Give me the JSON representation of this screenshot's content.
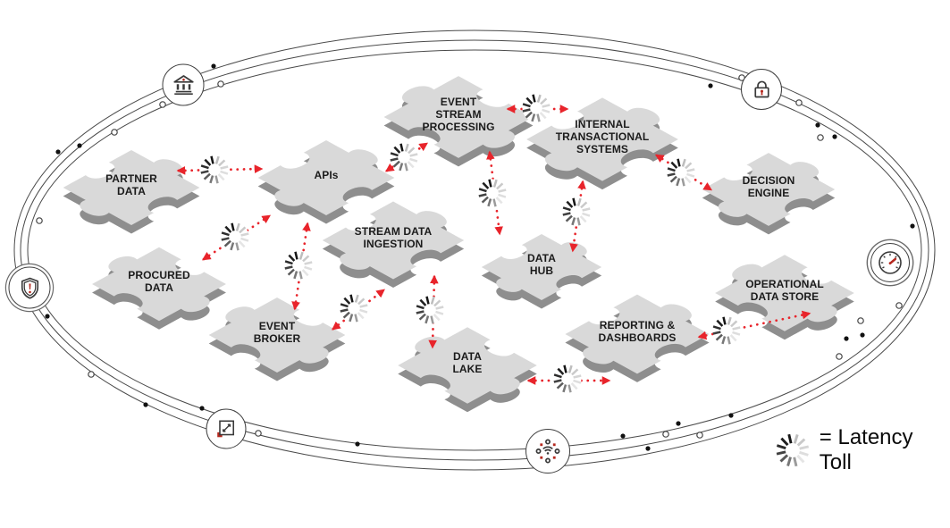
{
  "diagram": {
    "legend": {
      "icon": "latency-spinner-icon",
      "label": "= Latency Toll"
    },
    "nodes": [
      {
        "id": "partner-data",
        "label": "PARTNER\nDATA"
      },
      {
        "id": "procured-data",
        "label": "PROCURED\nDATA"
      },
      {
        "id": "apis",
        "label": "APIs"
      },
      {
        "id": "event-broker",
        "label": "EVENT\nBROKER"
      },
      {
        "id": "stream-data-ingestion",
        "label": "STREAM DATA\nINGESTION"
      },
      {
        "id": "event-stream-processing",
        "label": "EVENT\nSTREAM\nPROCESSING"
      },
      {
        "id": "internal-transactional-systems",
        "label": "INTERNAL\nTRANSACTIONAL\nSYSTEMS"
      },
      {
        "id": "data-hub",
        "label": "DATA\nHUB"
      },
      {
        "id": "data-lake",
        "label": "DATA\nLAKE"
      },
      {
        "id": "reporting-dashboards",
        "label": "REPORTING &\nDASHBOARDS"
      },
      {
        "id": "operational-data-store",
        "label": "OPERATIONAL\nDATA STORE"
      },
      {
        "id": "decision-engine",
        "label": "DECISION\nENGINE"
      }
    ],
    "edges": [
      {
        "from": "partner-data",
        "to": "apis",
        "latency_toll": true,
        "bidirectional": true
      },
      {
        "from": "procured-data",
        "to": "apis",
        "latency_toll": true,
        "bidirectional": true
      },
      {
        "from": "apis",
        "to": "event-broker",
        "latency_toll": true,
        "bidirectional": true
      },
      {
        "from": "apis",
        "to": "event-stream-processing",
        "latency_toll": true,
        "bidirectional": true
      },
      {
        "from": "event-stream-processing",
        "to": "internal-transactional-systems",
        "latency_toll": true,
        "bidirectional": true
      },
      {
        "from": "event-stream-processing",
        "to": "data-hub",
        "latency_toll": true,
        "bidirectional": true
      },
      {
        "from": "internal-transactional-systems",
        "to": "data-hub",
        "latency_toll": true,
        "bidirectional": true
      },
      {
        "from": "internal-transactional-systems",
        "to": "decision-engine",
        "latency_toll": true,
        "bidirectional": true
      },
      {
        "from": "event-broker",
        "to": "stream-data-ingestion",
        "latency_toll": true,
        "bidirectional": true
      },
      {
        "from": "stream-data-ingestion",
        "to": "data-lake",
        "latency_toll": true,
        "bidirectional": true
      },
      {
        "from": "data-lake",
        "to": "reporting-dashboards",
        "latency_toll": true,
        "bidirectional": true
      },
      {
        "from": "reporting-dashboards",
        "to": "operational-data-store",
        "latency_toll": true,
        "bidirectional": true
      }
    ],
    "orbit_icons": [
      {
        "name": "bank-icon"
      },
      {
        "name": "lock-icon"
      },
      {
        "name": "gauge-icon"
      },
      {
        "name": "shield-alert-icon"
      },
      {
        "name": "scale-icon"
      },
      {
        "name": "connected-devices-icon"
      }
    ],
    "colors": {
      "accent_red": "#e8242b",
      "piece_face": "#d9d9d9",
      "piece_side": "#8e8e8e",
      "text": "#1b1b1b",
      "orbit_line": "#4a4a4a"
    }
  }
}
